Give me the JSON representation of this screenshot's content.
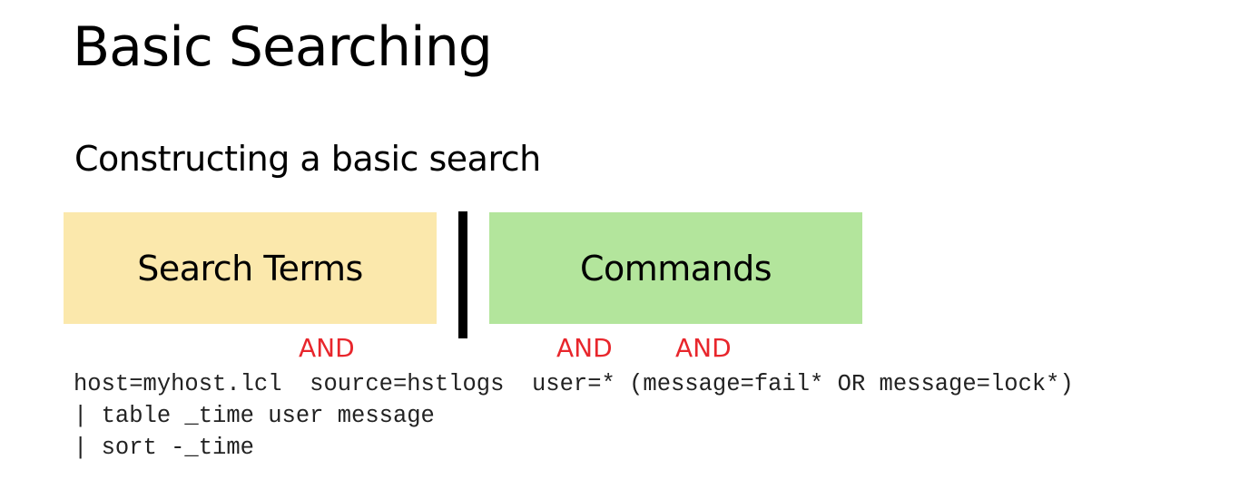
{
  "slide": {
    "title": "Basic Searching",
    "subtitle": "Constructing a basic search"
  },
  "diagram": {
    "search_terms_label": "Search Terms",
    "commands_label": "Commands",
    "operators": [
      "AND",
      "AND",
      "AND"
    ],
    "colors": {
      "search_terms_fill": "#fbe8ac",
      "commands_fill": "#b3e59c",
      "operator_text": "#e8262c",
      "divider": "#000000"
    }
  },
  "query": {
    "lines": [
      "host=myhost.lcl  source=hstlogs  user=* (message=fail* OR message=lock*)",
      "| table _time user message",
      "| sort -_time"
    ]
  }
}
